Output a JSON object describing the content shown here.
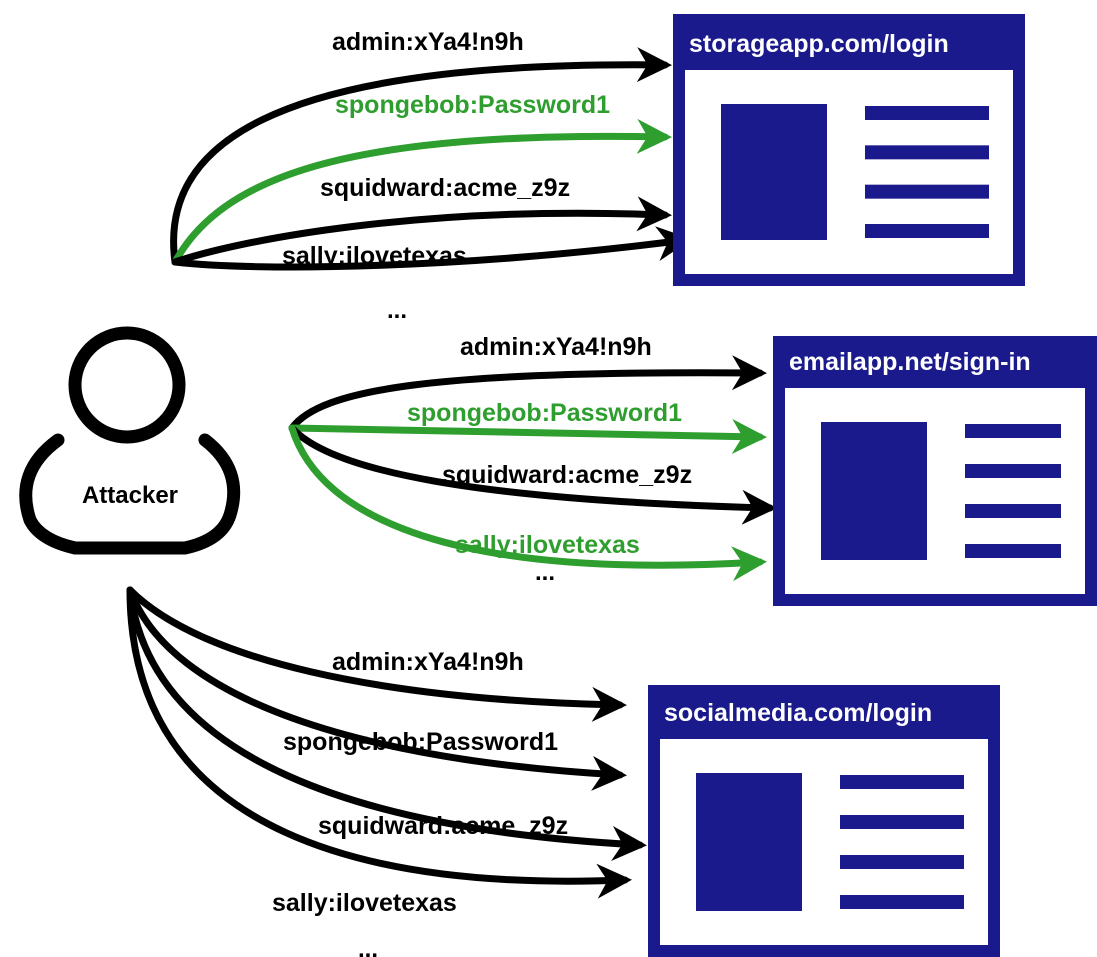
{
  "attacker": {
    "label": "Attacker"
  },
  "colors": {
    "navy": "#1a1a8c",
    "success_green": "#2e9e2e",
    "failure_black": "#000000",
    "background": "#ffffff"
  },
  "icons": [
    "person-icon",
    "login-page-icon"
  ],
  "targets": [
    {
      "title": "storageapp.com/login",
      "ellipsis": "...",
      "attempts": [
        {
          "credential": "admin:xYa4!n9h",
          "success": false
        },
        {
          "credential": "spongebob:Password1",
          "success": true
        },
        {
          "credential": "squidward:acme_z9z",
          "success": false
        },
        {
          "credential": "sally:ilovetexas",
          "success": false
        }
      ]
    },
    {
      "title": "emailapp.net/sign-in",
      "ellipsis": "...",
      "attempts": [
        {
          "credential": "admin:xYa4!n9h",
          "success": false
        },
        {
          "credential": "spongebob:Password1",
          "success": true
        },
        {
          "credential": "squidward:acme_z9z",
          "success": false
        },
        {
          "credential": "sally:ilovetexas",
          "success": true
        }
      ]
    },
    {
      "title": "socialmedia.com/login",
      "ellipsis": "...",
      "attempts": [
        {
          "credential": "admin:xYa4!n9h",
          "success": false
        },
        {
          "credential": "spongebob:Password1",
          "success": false
        },
        {
          "credential": "squidward:acme_z9z",
          "success": false
        },
        {
          "credential": "sally:ilovetexas",
          "success": false
        }
      ]
    }
  ]
}
